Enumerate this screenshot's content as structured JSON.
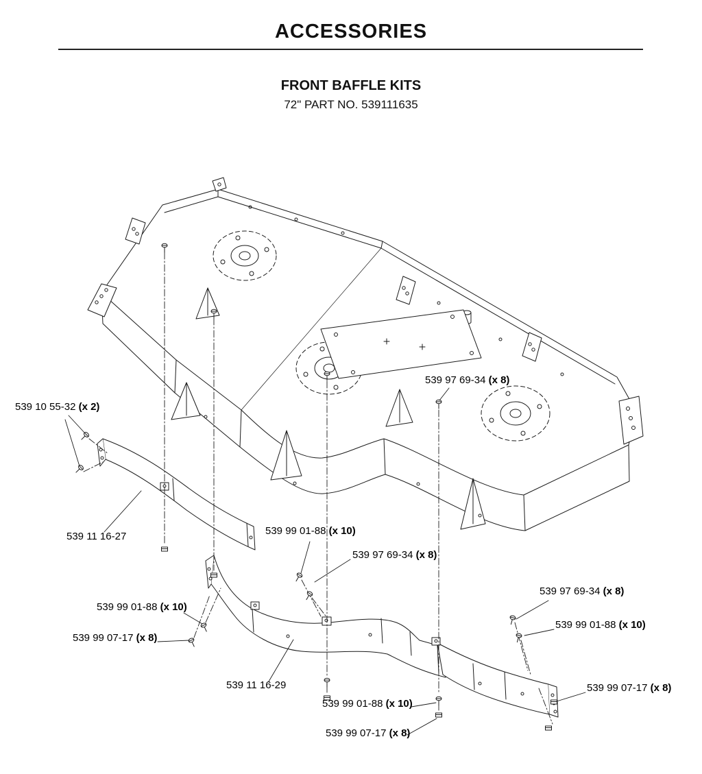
{
  "header": {
    "title": "ACCESSORIES",
    "kit_title": "FRONT BAFFLE KITS",
    "kit_part": "72\" PART NO. 539111635"
  },
  "labels": [
    {
      "part": "539 10 55-32",
      "qty": " (x 2)"
    },
    {
      "part": "539 97 69-34",
      "qty": " (x 8)"
    },
    {
      "part": "539 99 01-88",
      "qty": " (x 10)"
    },
    {
      "part": "539 11 16-27",
      "qty": ""
    },
    {
      "part": "539 97 69-34",
      "qty": " (x 8)"
    },
    {
      "part": "539 97 69-34",
      "qty": " (x 8)"
    },
    {
      "part": "539 99 01-88",
      "qty": " (x 10)"
    },
    {
      "part": "539 99 01-88",
      "qty": " (x 10)"
    },
    {
      "part": "539 99 07-17",
      "qty": " (x 8)"
    },
    {
      "part": "539 11 16-29",
      "qty": ""
    },
    {
      "part": "539 99 07-17",
      "qty": " (x 8)"
    },
    {
      "part": "539 99 01-88",
      "qty": " (x 10)"
    },
    {
      "part": "539 99 07-17",
      "qty": " (x 8)"
    }
  ]
}
